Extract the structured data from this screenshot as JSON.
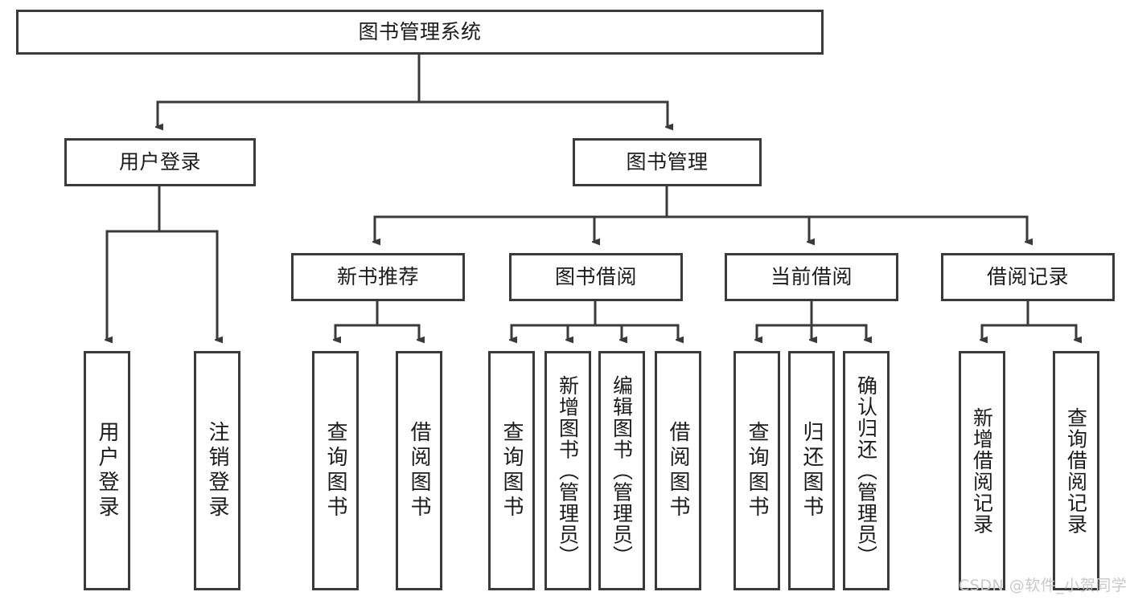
{
  "diagram": {
    "type": "tree-hierarchy",
    "title": "图书管理系统",
    "colors": {
      "box_border": "#3a3a3a",
      "box_fill": "#ffffff",
      "edge": "#3a3a3a",
      "text": "#1b1b1b",
      "watermark": "#c9c9c9",
      "background": "#ffffff"
    },
    "root": {
      "label": "图书管理系统"
    },
    "level1": [
      {
        "label": "用户登录"
      },
      {
        "label": "图书管理"
      }
    ],
    "level2": [
      {
        "label": "新书推荐"
      },
      {
        "label": "图书借阅"
      },
      {
        "label": "当前借阅"
      },
      {
        "label": "借阅记录"
      }
    ],
    "leaves_user_login": [
      {
        "label": "用户登录"
      },
      {
        "label": "注销登录"
      }
    ],
    "leaves_new_book": [
      {
        "label": "查询图书"
      },
      {
        "label": "借阅图书"
      }
    ],
    "leaves_borrow": [
      {
        "label": "查询图书"
      },
      {
        "label": "新增图书（管理员）"
      },
      {
        "label": "编辑图书（管理员）"
      },
      {
        "label": "借阅图书"
      }
    ],
    "leaves_current": [
      {
        "label": "查询图书"
      },
      {
        "label": "归还图书"
      },
      {
        "label": "确认归还（管理员）"
      }
    ],
    "leaves_record": [
      {
        "label": "新增借阅记录"
      },
      {
        "label": "查询借阅记录"
      }
    ]
  },
  "watermark": {
    "text": "CSDN @软件_小贺同学"
  }
}
